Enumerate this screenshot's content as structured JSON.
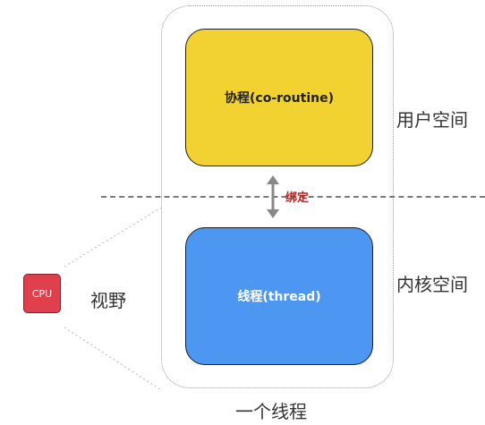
{
  "diagram": {
    "boxes": {
      "coroutine": "协程(co-routine)",
      "thread": "线程(thread)"
    },
    "bind_label": "绑定",
    "regions": {
      "user_space": "用户空间",
      "kernel_space": "内核空间"
    },
    "cpu_label": "CPU",
    "view_label": "视野",
    "container_caption": "一个线程"
  },
  "colors": {
    "coroutine_fill": "#f2d230",
    "thread_fill": "#4d96f2",
    "cpu_fill": "#e0404c",
    "bind_text": "#b52522",
    "divider": "#7b7b7b"
  }
}
